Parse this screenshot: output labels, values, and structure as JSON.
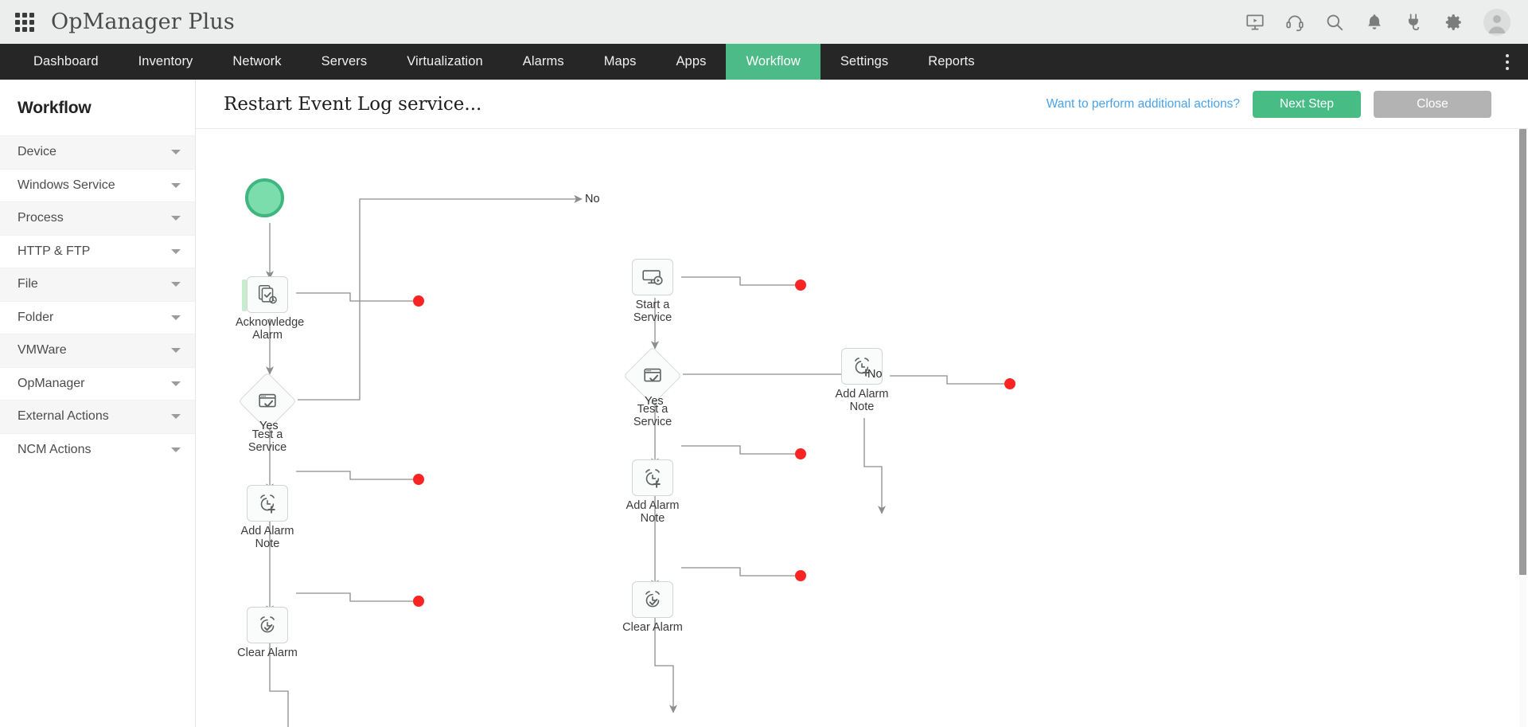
{
  "app": {
    "brand": "OpManager Plus",
    "waffle_icon": "grid-apps-icon",
    "top_icons": [
      {
        "name": "presentation-play-icon",
        "label": "Demo"
      },
      {
        "name": "headset-support-icon",
        "label": "Support"
      },
      {
        "name": "search-icon",
        "label": "Search"
      },
      {
        "name": "bell-notification-icon",
        "label": "Notifications"
      },
      {
        "name": "plug-addon-icon",
        "label": "Add-ons"
      },
      {
        "name": "gear-settings-icon",
        "label": "Settings"
      }
    ],
    "avatar_icon": "user-avatar-icon",
    "kebab_icon": "more-vertical-icon"
  },
  "nav": {
    "items": [
      {
        "label": "Dashboard",
        "active": false
      },
      {
        "label": "Inventory",
        "active": false
      },
      {
        "label": "Network",
        "active": false
      },
      {
        "label": "Servers",
        "active": false
      },
      {
        "label": "Virtualization",
        "active": false
      },
      {
        "label": "Alarms",
        "active": false
      },
      {
        "label": "Maps",
        "active": false
      },
      {
        "label": "Apps",
        "active": false
      },
      {
        "label": "Workflow",
        "active": true
      },
      {
        "label": "Settings",
        "active": false
      },
      {
        "label": "Reports",
        "active": false
      }
    ],
    "active_color": "#4cbb87",
    "background": "#262626"
  },
  "sidebar": {
    "title": "Workflow",
    "items": [
      {
        "label": "Device",
        "caret": "chevron-down-icon"
      },
      {
        "label": "Windows Service",
        "caret": "chevron-down-icon"
      },
      {
        "label": "Process",
        "caret": "chevron-down-icon"
      },
      {
        "label": "HTTP & FTP",
        "caret": "chevron-down-icon"
      },
      {
        "label": "File",
        "caret": "chevron-down-icon"
      },
      {
        "label": "Folder",
        "caret": "chevron-down-icon"
      },
      {
        "label": "VMWare",
        "caret": "chevron-down-icon"
      },
      {
        "label": "OpManager",
        "caret": "chevron-down-icon"
      },
      {
        "label": "External Actions",
        "caret": "chevron-down-icon"
      },
      {
        "label": "NCM Actions",
        "caret": "chevron-down-icon"
      }
    ]
  },
  "header": {
    "title": "Restart Event Log service...",
    "additional_actions_link": "Want to perform additional actions?",
    "next_step_label": "Next Step",
    "close_label": "Close",
    "next_step_color": "#47bd85",
    "close_color": "#b3b3b3",
    "link_color": "#4aa3e8"
  },
  "workflow": {
    "start_node": {
      "name": "start-node",
      "color": "#7bddab",
      "border": "#3fb680"
    },
    "nodes": [
      {
        "id": "acknowledge-alarm",
        "label": "Acknowledge Alarm",
        "icon": "acknowledge-alarm-icon",
        "shape": "box",
        "accent": true
      },
      {
        "id": "test-a-service-left",
        "label": "Test a Service",
        "icon": "test-service-icon",
        "shape": "diamond",
        "accent": false
      },
      {
        "id": "add-alarm-note-left",
        "label": "Add Alarm Note",
        "icon": "add-alarm-note-icon",
        "shape": "box",
        "accent": false
      },
      {
        "id": "clear-alarm-left",
        "label": "Clear Alarm",
        "icon": "clear-alarm-icon",
        "shape": "box",
        "accent": false
      },
      {
        "id": "start-a-service",
        "label": "Start a Service",
        "icon": "start-service-icon",
        "shape": "box",
        "accent": false
      },
      {
        "id": "test-a-service-mid",
        "label": "Test a Service",
        "icon": "test-service-icon",
        "shape": "diamond",
        "accent": false
      },
      {
        "id": "add-alarm-note-mid",
        "label": "Add Alarm Note",
        "icon": "add-alarm-note-icon",
        "shape": "box",
        "accent": false
      },
      {
        "id": "clear-alarm-mid",
        "label": "Clear Alarm",
        "icon": "clear-alarm-icon",
        "shape": "box",
        "accent": false
      },
      {
        "id": "add-alarm-note-right",
        "label": "Add Alarm Note",
        "icon": "add-alarm-note-icon",
        "shape": "box",
        "accent": false
      }
    ],
    "edge_labels": [
      {
        "id": "no-top",
        "text": "No"
      },
      {
        "id": "yes-left",
        "text": "Yes"
      },
      {
        "id": "no-mid",
        "text": "No"
      },
      {
        "id": "yes-mid",
        "text": "Yes"
      }
    ],
    "end_dot_color": "#fa2424",
    "end_dot_count": 7
  }
}
